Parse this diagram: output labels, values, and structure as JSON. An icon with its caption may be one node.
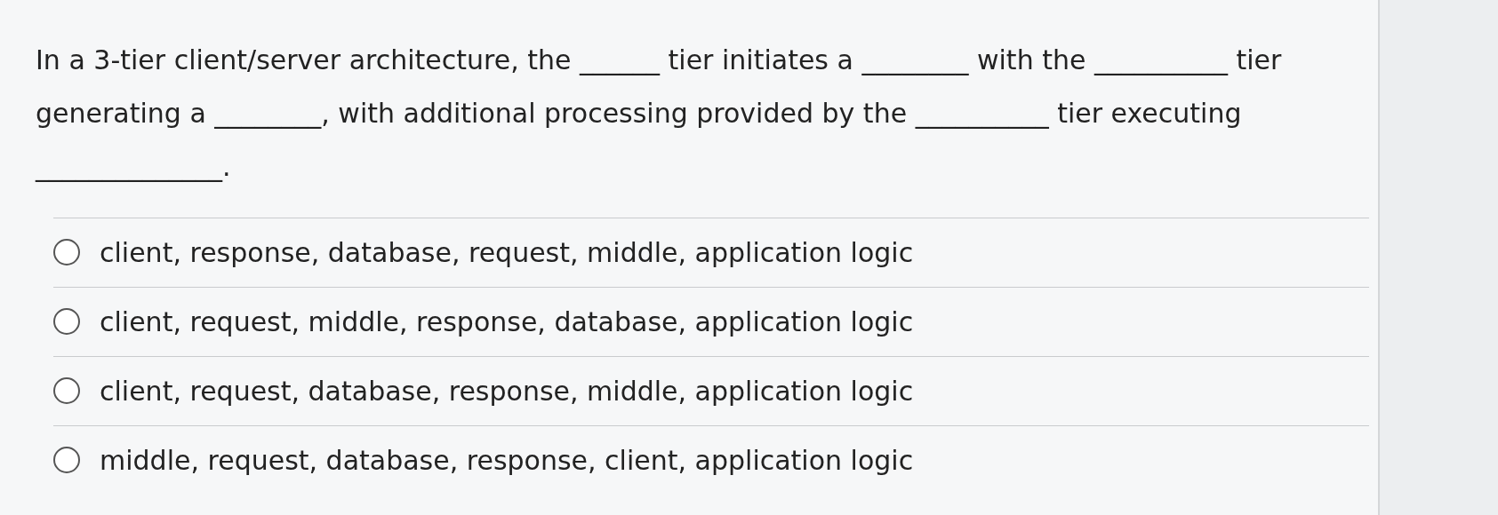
{
  "diagram": {
    "labels": [
      "In a 3-tier client/server architecture, the ______ tier initiates a ________ with the __________ tier generating a ________, with additional processing provided by the __________ tier executing ______________.",
      "client, response, database, request, middle, application logic",
      "client, request, middle, response, database, application logic",
      "client, request, database, response, middle, application logic",
      "middle, request, database, response, client, application logic"
    ]
  }
}
